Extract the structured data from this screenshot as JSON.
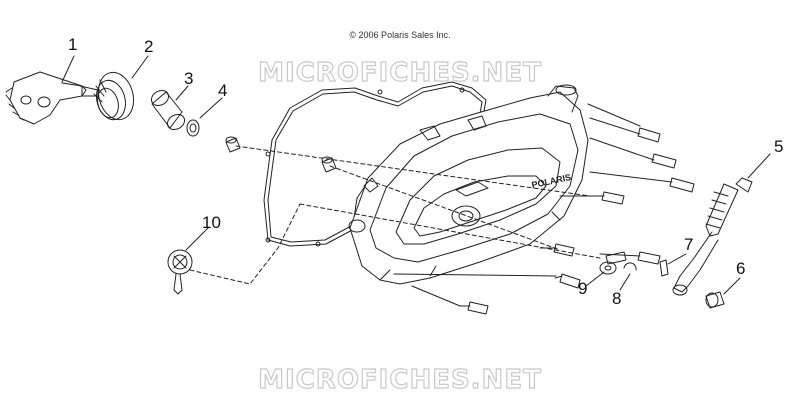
{
  "copyright": "© 2006 Polaris Sales Inc.",
  "watermark_top": "MICROFICHES.NET",
  "watermark_bottom": "MICROFICHES.NET",
  "cover_logo": "POLARIS",
  "callouts": {
    "n1": "1",
    "n2": "2",
    "n3": "3",
    "n4": "4",
    "n5": "5",
    "n6": "6",
    "n7": "7",
    "n8": "8",
    "n9": "9",
    "n10": "10"
  },
  "colors": {
    "line": "#222222",
    "watermark_outline": "#c9c9c9",
    "background": "#ffffff"
  }
}
